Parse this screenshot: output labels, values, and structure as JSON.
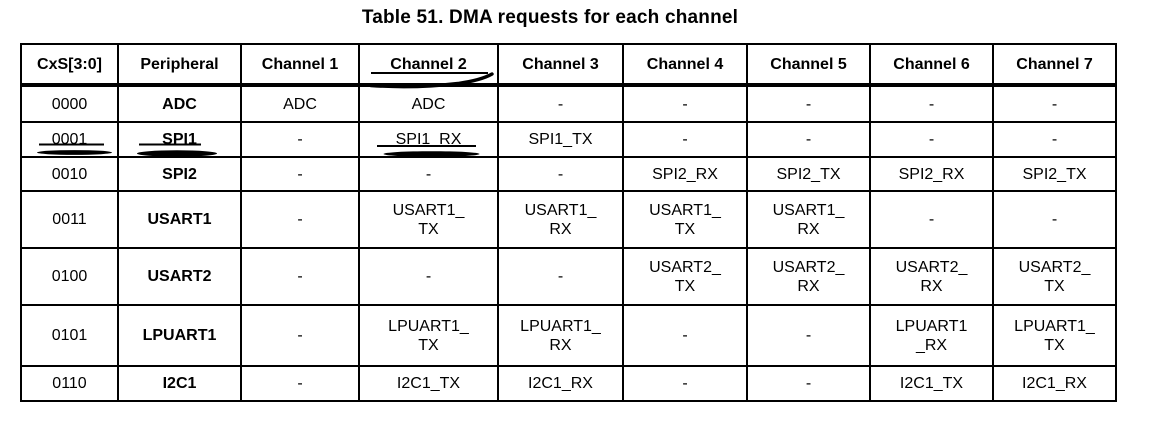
{
  "title": "Table 51. DMA requests for each channel",
  "table": {
    "headers": [
      "CxS[3:0]",
      "Peripheral",
      "Channel 1",
      "Channel 2",
      "Channel 3",
      "Channel 4",
      "Channel 5",
      "Channel 6",
      "Channel 7"
    ],
    "rows": [
      {
        "cxs": "0000",
        "peripheral": "ADC",
        "channels": [
          "ADC",
          "ADC",
          "-",
          "-",
          "-",
          "-",
          "-"
        ]
      },
      {
        "cxs": "0001",
        "peripheral": "SPI1",
        "channels": [
          "-",
          "SPI1_RX",
          "SPI1_TX",
          "-",
          "-",
          "-",
          "-"
        ]
      },
      {
        "cxs": "0010",
        "peripheral": "SPI2",
        "channels": [
          "-",
          "-",
          "-",
          "SPI2_RX",
          "SPI2_TX",
          "SPI2_RX",
          "SPI2_TX"
        ]
      },
      {
        "cxs": "0011",
        "peripheral": "USART1",
        "channels": [
          "-",
          "USART1_\nTX",
          "USART1_\nRX",
          "USART1_\nTX",
          "USART1_\nRX",
          "-",
          "-"
        ]
      },
      {
        "cxs": "0100",
        "peripheral": "USART2",
        "channels": [
          "-",
          "-",
          "-",
          "USART2_\nTX",
          "USART2_\nRX",
          "USART2_\nRX",
          "USART2_\nTX"
        ]
      },
      {
        "cxs": "0101",
        "peripheral": "LPUART1",
        "channels": [
          "-",
          "LPUART1_\nTX",
          "LPUART1_\nRX",
          "-",
          "-",
          "LPUART1\n_RX",
          "LPUART1_\nTX"
        ]
      },
      {
        "cxs": "0110",
        "peripheral": "I2C1",
        "channels": [
          "-",
          "I2C1_TX",
          "I2C1_RX",
          "-",
          "-",
          "I2C1_TX",
          "I2C1_RX"
        ]
      }
    ]
  },
  "annotations": {
    "hand_underlined_items": [
      "Channel 2",
      "0001",
      "SPI1",
      "SPI1_RX"
    ],
    "ink_color": "#000000"
  },
  "colors": {
    "text": "#000000",
    "background": "#ffffff",
    "grid": "#000000"
  }
}
